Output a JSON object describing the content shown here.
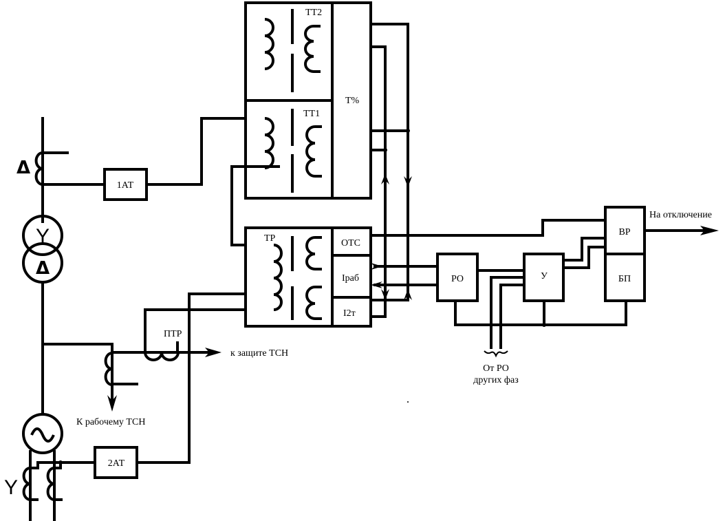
{
  "title": "Схема дифференциальной защиты блока генератор-трансформатор",
  "blocks": {
    "tt2": "ТТ2",
    "tt1": "ТТ1",
    "t_percent": "Т%",
    "tr": "ТР",
    "otc": "ОТС",
    "irab": "Iраб",
    "i2t": "I2т",
    "ro": "РО",
    "u": "У",
    "vr": "ВР",
    "bp": "БП",
    "at1": "1АТ",
    "at2": "2АТ",
    "ptr": "ПТР"
  },
  "labels": {
    "to_trip": "На отключение",
    "to_tsn_protection": "к защите ТСН",
    "to_working_tsn": "К рабочему ТСН",
    "from_ro_line1": "От РО",
    "from_ro_line2": "других фаз"
  },
  "symbols": {
    "delta_ct": "Δ",
    "transformer_top": "Y",
    "transformer_bottom": "Δ",
    "generator": "~",
    "star_ct": "Y"
  }
}
